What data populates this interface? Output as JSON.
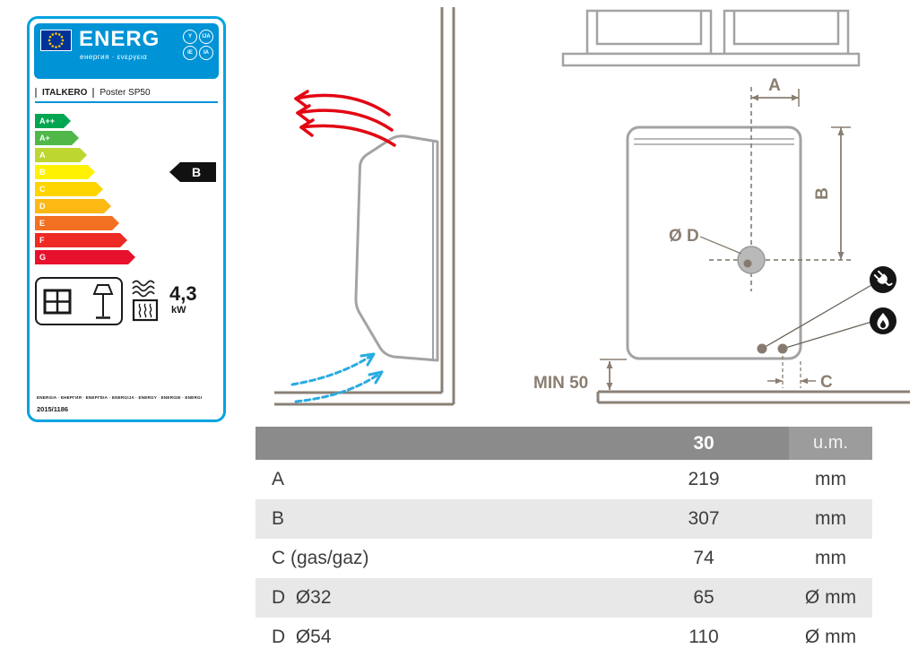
{
  "energy_label": {
    "header": {
      "title": "ENERG",
      "subtitle": "енергия · ενεργεια",
      "badges": [
        "Y",
        "IJA",
        "IE",
        "IA"
      ]
    },
    "brand": "ITALKERO",
    "model": "Poster SP50",
    "classes": [
      {
        "label": "A++",
        "color": "#00a651"
      },
      {
        "label": "A+",
        "color": "#4fb848"
      },
      {
        "label": "A",
        "color": "#bed630"
      },
      {
        "label": "B",
        "color": "#fff200"
      },
      {
        "label": "C",
        "color": "#ffd500"
      },
      {
        "label": "D",
        "color": "#fcb813"
      },
      {
        "label": "E",
        "color": "#f36f21"
      },
      {
        "label": "F",
        "color": "#ee2a24"
      },
      {
        "label": "G",
        "color": "#e8112d"
      }
    ],
    "rating": "B",
    "power": {
      "value": "4,3",
      "unit": "kW"
    },
    "footer_languages": "ENERGIA · ЕНЕРГИЯ · ΕΝΕΡΓΕΙΑ · ENERGIJA · ENERGY · ENERGIE · ENERGI",
    "regulation": "2015/1186"
  },
  "airflow_diagram": {
    "hot_air_color": "#e30613",
    "cold_air_color": "#29abe2"
  },
  "dimension_diagram": {
    "dim_a_label": "A",
    "dim_b_label": "B",
    "dim_c_label": "C",
    "dim_d_label": "Ø D",
    "min_clearance_label": "MIN 50"
  },
  "spec_table": {
    "header": {
      "model": "30",
      "unit_col": "u.m."
    },
    "rows": [
      {
        "name": "A",
        "value": "219",
        "unit": "mm"
      },
      {
        "name": "B",
        "value": "307",
        "unit": "mm"
      },
      {
        "name": "C (gas/gaz)",
        "value": "74",
        "unit": "mm"
      },
      {
        "name": "D  Ø32",
        "value": "65",
        "unit": "Ø mm"
      },
      {
        "name": "D  Ø54",
        "value": "110",
        "unit": "Ø mm"
      }
    ]
  }
}
